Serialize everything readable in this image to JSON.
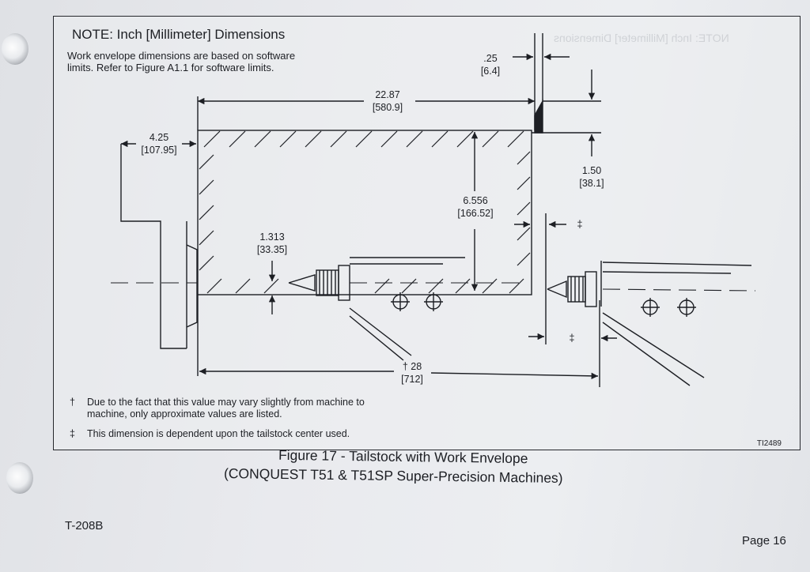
{
  "note": {
    "title": "NOTE: Inch [Millimeter] Dimensions",
    "line1": "Work envelope dimensions are based on software",
    "line2": "limits. Refer to Figure A1.1 for software limits."
  },
  "dimensions": {
    "d_025": {
      "inch": ".25",
      "mm": "[6.4]"
    },
    "d_2287": {
      "inch": "22.87",
      "mm": "[580.9]"
    },
    "d_425": {
      "inch": "4.25",
      "mm": "[107.95]"
    },
    "d_150": {
      "inch": "1.50",
      "mm": "[38.1]"
    },
    "d_6556": {
      "inch": "6.556",
      "mm": "[166.52]"
    },
    "d_1313": {
      "inch": "1.313",
      "mm": "[33.35]"
    },
    "d_28": {
      "inch": "† 28",
      "mm": "[712]"
    },
    "dagger_mark_upper": "‡",
    "dagger_mark_lower": "‡"
  },
  "footnotes": {
    "dagger": {
      "symbol": "†",
      "line1": "Due to the fact that this value may vary slightly from machine to",
      "line2": "machine, only approximate values are listed."
    },
    "double_dagger": {
      "symbol": "‡",
      "line1": "This dimension is dependent upon the tailstock center used."
    }
  },
  "figure_code": "TI2489",
  "caption": {
    "line1": "Figure 17 - Tailstock with Work Envelope",
    "line2": "(CONQUEST T51 & T51SP Super-Precision Machines)"
  },
  "doc_id": "T-208B",
  "page_label": "Page 16",
  "colors": {
    "ink": "#1d1f24",
    "paper": "#e9eaee"
  }
}
